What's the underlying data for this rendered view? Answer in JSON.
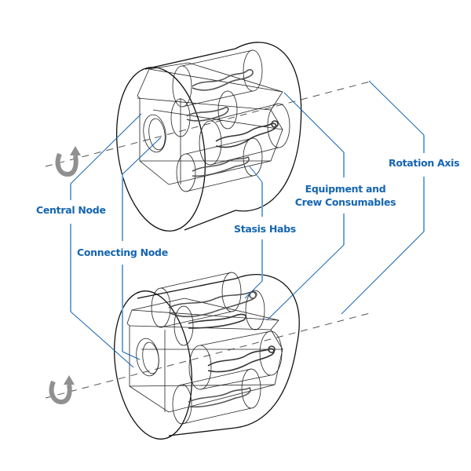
{
  "labels": {
    "rotation_axis": "Rotation Axis",
    "equipment_line1": "Equipment and",
    "equipment_line2": "Crew Consumables",
    "central_node": "Central Node",
    "stasis_habs": "Stasis Habs",
    "connecting_node": "Connecting Node"
  },
  "icons": {
    "rotation": "rotation-arrow-icon"
  },
  "colors": {
    "label": "#1565b0",
    "leader": "#1565b0",
    "arrow": "#909090",
    "outline": "#111111"
  }
}
